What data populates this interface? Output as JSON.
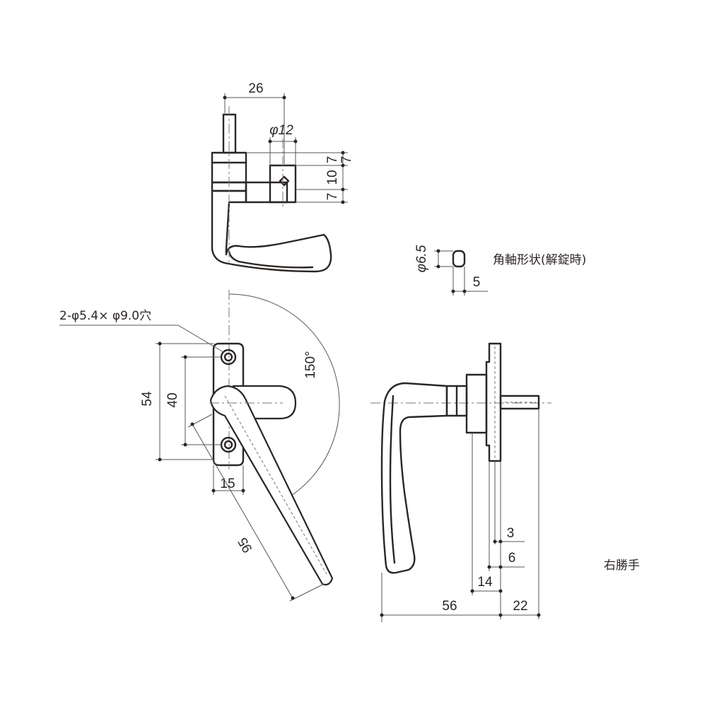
{
  "colors": {
    "line": "#2b2624",
    "dimension": "#555555",
    "background": "#ffffff"
  },
  "top_view": {
    "dim_width": "26",
    "dim_diameter": "φ12",
    "dim_upper": "7",
    "dim_middle": "10",
    "dim_right": "7",
    "dim_lower": "7"
  },
  "spindle_detail": {
    "dim_diameter": "φ6.5",
    "dim_width": "5",
    "caption": "角軸形状(解錠時)"
  },
  "front_view": {
    "hole_spec": "2-φ5.4× φ9.0穴",
    "dim_height_outer": "54",
    "dim_height_holes": "40",
    "dim_base_width": "15",
    "dim_lever_length": "95",
    "dim_angle": "150°"
  },
  "side_view": {
    "dim_a": "3",
    "dim_b": "6",
    "dim_c": "14",
    "dim_total": "56",
    "dim_spindle": "22",
    "hand_label": "右勝手"
  }
}
